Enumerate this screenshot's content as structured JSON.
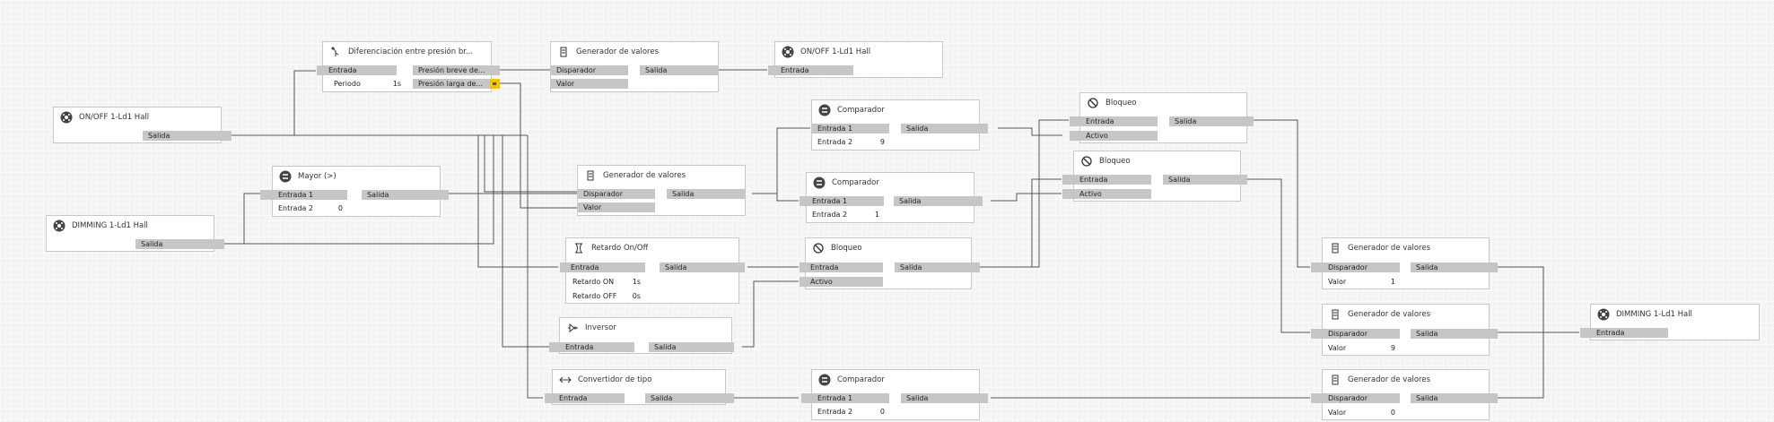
{
  "nodes": {
    "onoff_src": {
      "title": "ON/OFF 1-Ld1 Hall",
      "icon": "bulb-icon",
      "out": "Salida"
    },
    "dimming_src": {
      "title": "DIMMING 1-Ld1 Hall",
      "icon": "bulb-icon",
      "out": "Salida"
    },
    "diferenciacion": {
      "title": "Diferenciación entre presión br...",
      "icon": "press-icon",
      "in": "Entrada",
      "periodo": "Periodo",
      "periodo_val": "1s",
      "out1": "Presión breve de...",
      "out2": "Presión larga de..."
    },
    "mayor": {
      "title": "Mayor (>)",
      "icon": "compare-icon",
      "in1": "Entrada 1",
      "in2": "Entrada 2",
      "in2_val": "0",
      "out": "Salida"
    },
    "gen_top": {
      "title": "Generador de valores",
      "icon": "generator-icon",
      "in1": "Disparador",
      "in2": "Valor",
      "out": "Salida"
    },
    "gen_mid": {
      "title": "Generador de valores",
      "icon": "generator-icon",
      "in1": "Disparador",
      "in2": "Valor",
      "out": "Salida"
    },
    "retardo": {
      "title": "Retardo On/Off",
      "icon": "delay-icon",
      "in": "Entrada",
      "on": "Retardo ON",
      "on_val": "1s",
      "off": "Retardo OFF",
      "off_val": "0s",
      "out": "Salida"
    },
    "inversor": {
      "title": "Inversor",
      "icon": "inverter-icon",
      "in": "Entrada",
      "out": "Salida"
    },
    "convertidor": {
      "title": "Convertidor de tipo",
      "icon": "converter-icon",
      "in": "Entrada",
      "out": "Salida"
    },
    "onoff_dst": {
      "title": "ON/OFF 1-Ld1 Hall",
      "icon": "bulb-icon",
      "in": "Entrada"
    },
    "comp1": {
      "title": "Comparador",
      "icon": "equals-icon",
      "in1": "Entrada 1",
      "in2": "Entrada 2",
      "in2_val": "9",
      "out": "Salida"
    },
    "comp2": {
      "title": "Comparador",
      "icon": "equals-icon",
      "in1": "Entrada 1",
      "in2": "Entrada 2",
      "in2_val": "1",
      "out": "Salida"
    },
    "bloqueo_mid": {
      "title": "Bloqueo",
      "icon": "block-icon",
      "in1": "Entrada",
      "in2": "Activo",
      "out": "Salida"
    },
    "comp3": {
      "title": "Comparador",
      "icon": "equals-icon",
      "in1": "Entrada 1",
      "in2": "Entrada 2",
      "in2_val": "0",
      "out": "Salida"
    },
    "bloqueo1": {
      "title": "Bloqueo",
      "icon": "block-icon",
      "in1": "Entrada",
      "in2": "Activo",
      "out": "Salida"
    },
    "bloqueo2": {
      "title": "Bloqueo",
      "icon": "block-icon",
      "in1": "Entrada",
      "in2": "Activo",
      "out": "Salida"
    },
    "gen_r1": {
      "title": "Generador de valores",
      "icon": "generator-icon",
      "in1": "Disparador",
      "in2": "Valor",
      "in2_val": "1",
      "out": "Salida"
    },
    "gen_r2": {
      "title": "Generador de valores",
      "icon": "generator-icon",
      "in1": "Disparador",
      "in2": "Valor",
      "in2_val": "9",
      "out": "Salida"
    },
    "gen_r3": {
      "title": "Generador de valores",
      "icon": "generator-icon",
      "in1": "Disparador",
      "in2": "Valor",
      "in2_val": "0",
      "out": "Salida"
    },
    "dimming_dst": {
      "title": "DIMMING 1-Ld1 Hall",
      "icon": "bulb-icon",
      "in": "Entrada"
    }
  },
  "colors": {
    "wire": "#555555",
    "port": "#c6c6c6",
    "accent": "#f5c400",
    "border": "#c8c8c8"
  }
}
